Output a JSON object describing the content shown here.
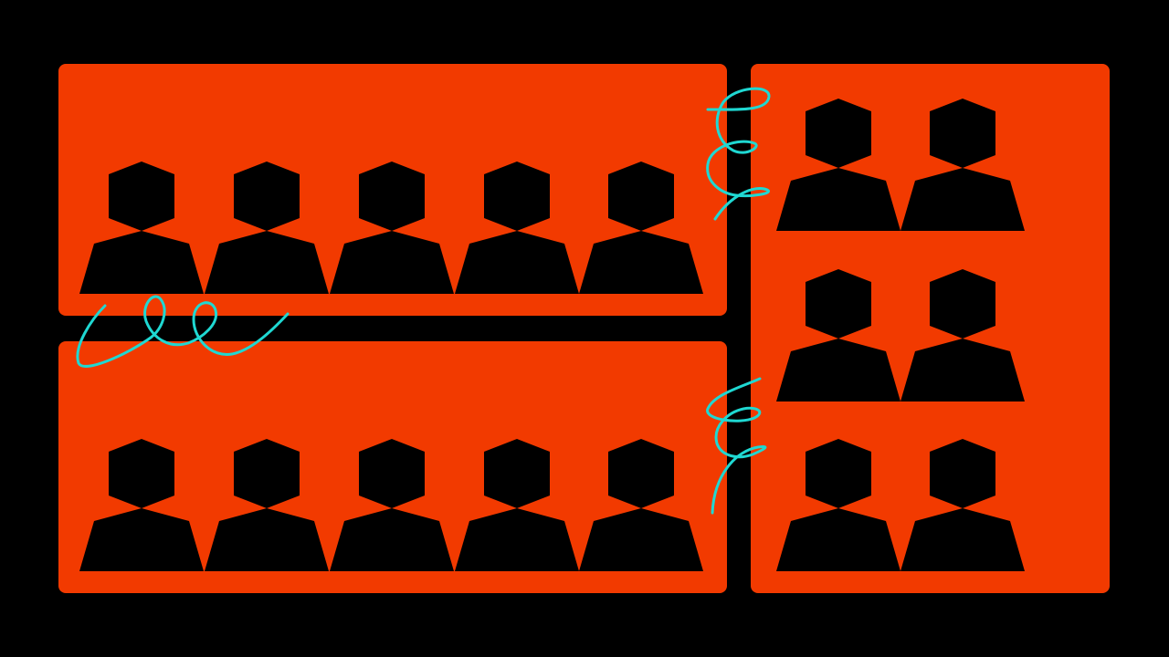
{
  "colors": {
    "background": "#000000",
    "panel": "#f23a00",
    "person": "#000000",
    "squiggle": "#1fd8d2"
  },
  "groups": [
    {
      "name": "top-left-group",
      "rows": 1,
      "people_per_row": 5
    },
    {
      "name": "bottom-left-group",
      "rows": 1,
      "people_per_row": 5
    },
    {
      "name": "right-group",
      "rows": 3,
      "people_per_row": 2
    }
  ],
  "icons": {
    "person": "person-icon",
    "connector": "squiggle-connector"
  }
}
